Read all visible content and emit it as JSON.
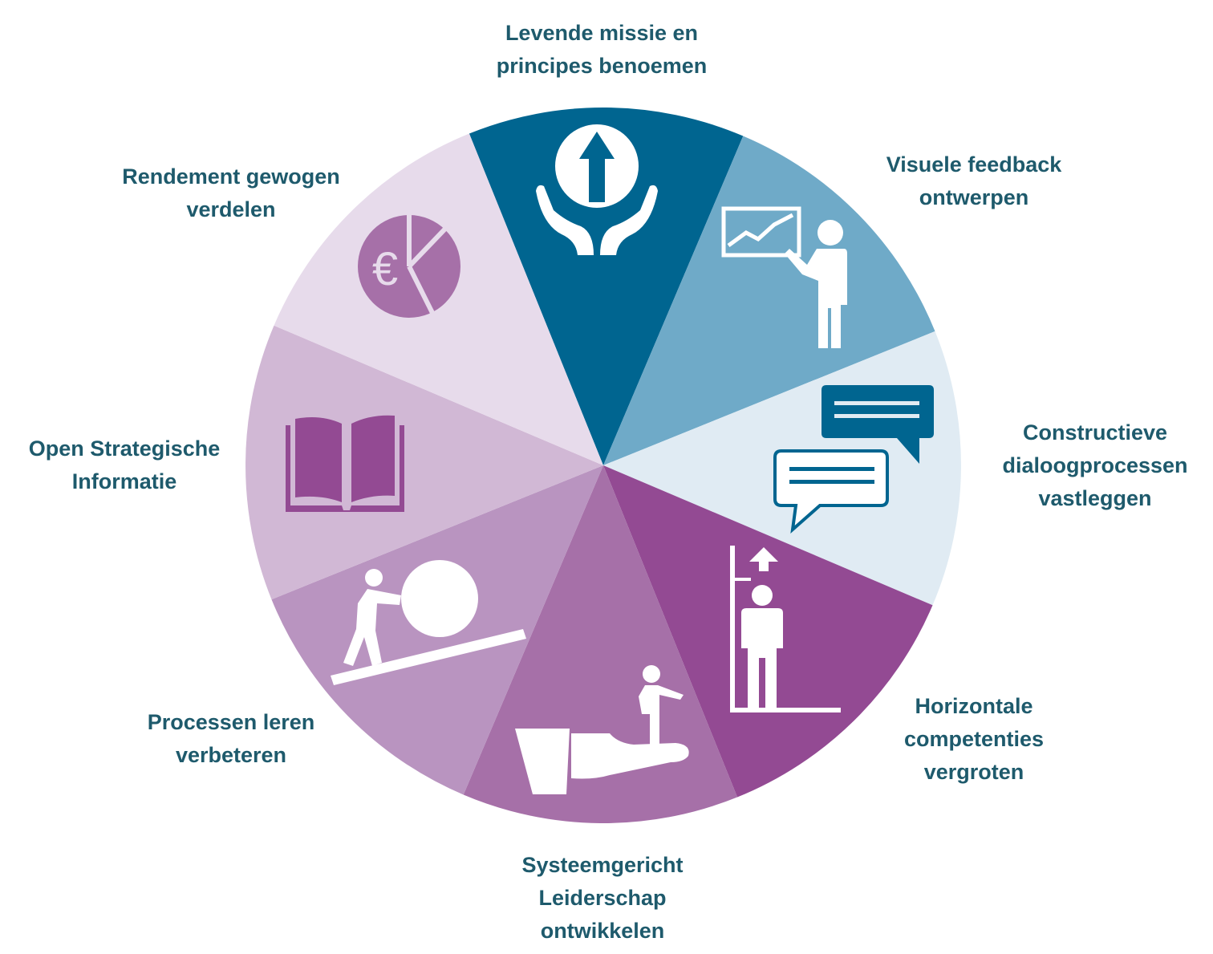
{
  "colors": {
    "label_text": "#1e5a6c",
    "icon": "#ffffff"
  },
  "segments": [
    {
      "id": "missie",
      "lines": [
        "Levende missie en",
        "principes benoemen"
      ],
      "color": "#006590",
      "icon": "hands-holding-up-arrow-icon",
      "icon_color": "#ffffff"
    },
    {
      "id": "feedback",
      "lines": [
        "Visuele feedback",
        "ontwerpen"
      ],
      "color": "#6faac8",
      "icon": "presenter-chart-icon",
      "icon_color": "#ffffff"
    },
    {
      "id": "dialoog",
      "lines": [
        "Constructieve",
        "dialoogprocessen",
        "vastleggen"
      ],
      "color": "#e0ebf3",
      "icon": "speech-bubbles-icon",
      "icon_color": "#006590"
    },
    {
      "id": "competenties",
      "lines": [
        "Horizontale",
        "competenties",
        "vergroten"
      ],
      "color": "#934a93",
      "icon": "person-height-measure-icon",
      "icon_color": "#ffffff"
    },
    {
      "id": "leiderschap",
      "lines": [
        "Systeemgericht",
        "Leiderschap",
        "ontwikkelen"
      ],
      "color": "#a670a8",
      "icon": "person-on-hand-icon",
      "icon_color": "#ffffff"
    },
    {
      "id": "processen",
      "lines": [
        "Processen leren",
        "verbeteren"
      ],
      "color": "#b994c0",
      "icon": "person-pushing-ball-icon",
      "icon_color": "#ffffff"
    },
    {
      "id": "informatie",
      "lines": [
        "Open Strategische",
        "Informatie"
      ],
      "color": "#d1b8d5",
      "icon": "open-book-icon",
      "icon_color": "#934a93"
    },
    {
      "id": "rendement",
      "lines": [
        "Rendement gewogen",
        "verdelen"
      ],
      "color": "#e7dbeb",
      "icon": "euro-pie-chart-icon",
      "icon_color": "#a670a8"
    }
  ]
}
